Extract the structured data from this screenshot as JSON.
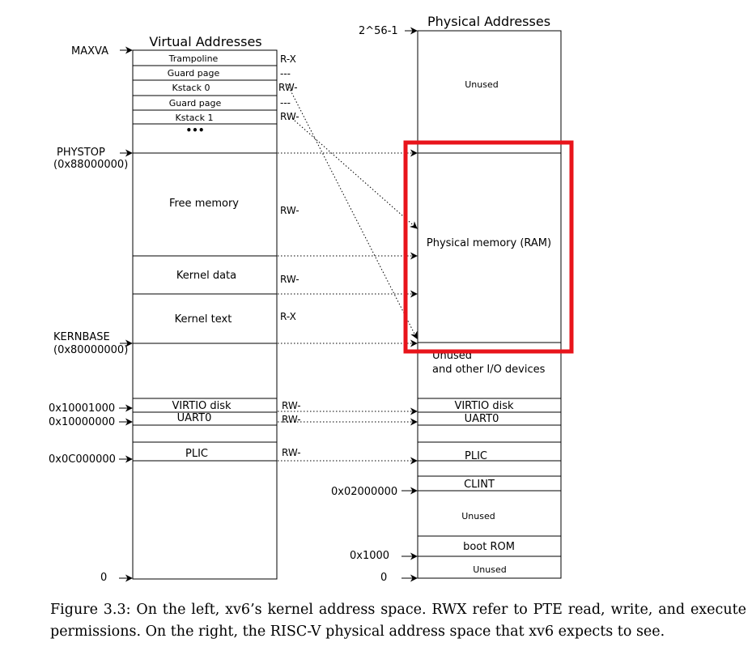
{
  "virtual": {
    "title": "Virtual Addresses",
    "addresses": {
      "maxva": "MAXVA",
      "phystop": "PHYSTOP",
      "phystop_val": "(0x88000000)",
      "kernbase": "KERNBASE",
      "kernbase_val": "(0x80000000)",
      "virtio": "0x10001000",
      "uart": "0x10000000",
      "plic": "0x0C000000",
      "zero": "0"
    },
    "regions": {
      "trampoline": "Trampoline",
      "guard0": "Guard page",
      "kstack0": "Kstack 0",
      "guard1": "Guard page",
      "kstack1": "Kstack 1",
      "dots": "•••",
      "free": "Free memory",
      "kdata": "Kernel data",
      "ktext": "Kernel text",
      "virtio": "VIRTIO disk",
      "uart": "UART0",
      "plic": "PLIC"
    },
    "perms": {
      "trampoline": "R-X",
      "guard0": "---",
      "kstack0": "RW-",
      "guard1": "---",
      "kstack1": "RW-",
      "free": "RW-",
      "kdata": "RW-",
      "ktext": "R-X",
      "virtio": "RW-",
      "uart": "RW-",
      "plic": "RW-"
    }
  },
  "physical": {
    "title": "Physical Addresses",
    "addresses": {
      "top": "2^56-1",
      "clint": "0x02000000",
      "bootrom": "0x1000",
      "zero": "0"
    },
    "regions": {
      "unused_top": "Unused",
      "ram": "Physical memory (RAM)",
      "unused_io_1": "Unused",
      "unused_io_2": "and other I/O devices",
      "virtio": "VIRTIO disk",
      "uart": "UART0",
      "plic": "PLIC",
      "clint": "CLINT",
      "unused_mid": "Unused",
      "bootrom": "boot ROM",
      "unused_bottom": "Unused"
    }
  },
  "highlight_color": "#e8141b",
  "caption": "Figure 3.3: On the left, xv6’s kernel address space. RWX refer to PTE read, write, and execute permissions. On the right, the RISC-V physical address space that xv6 expects to see."
}
